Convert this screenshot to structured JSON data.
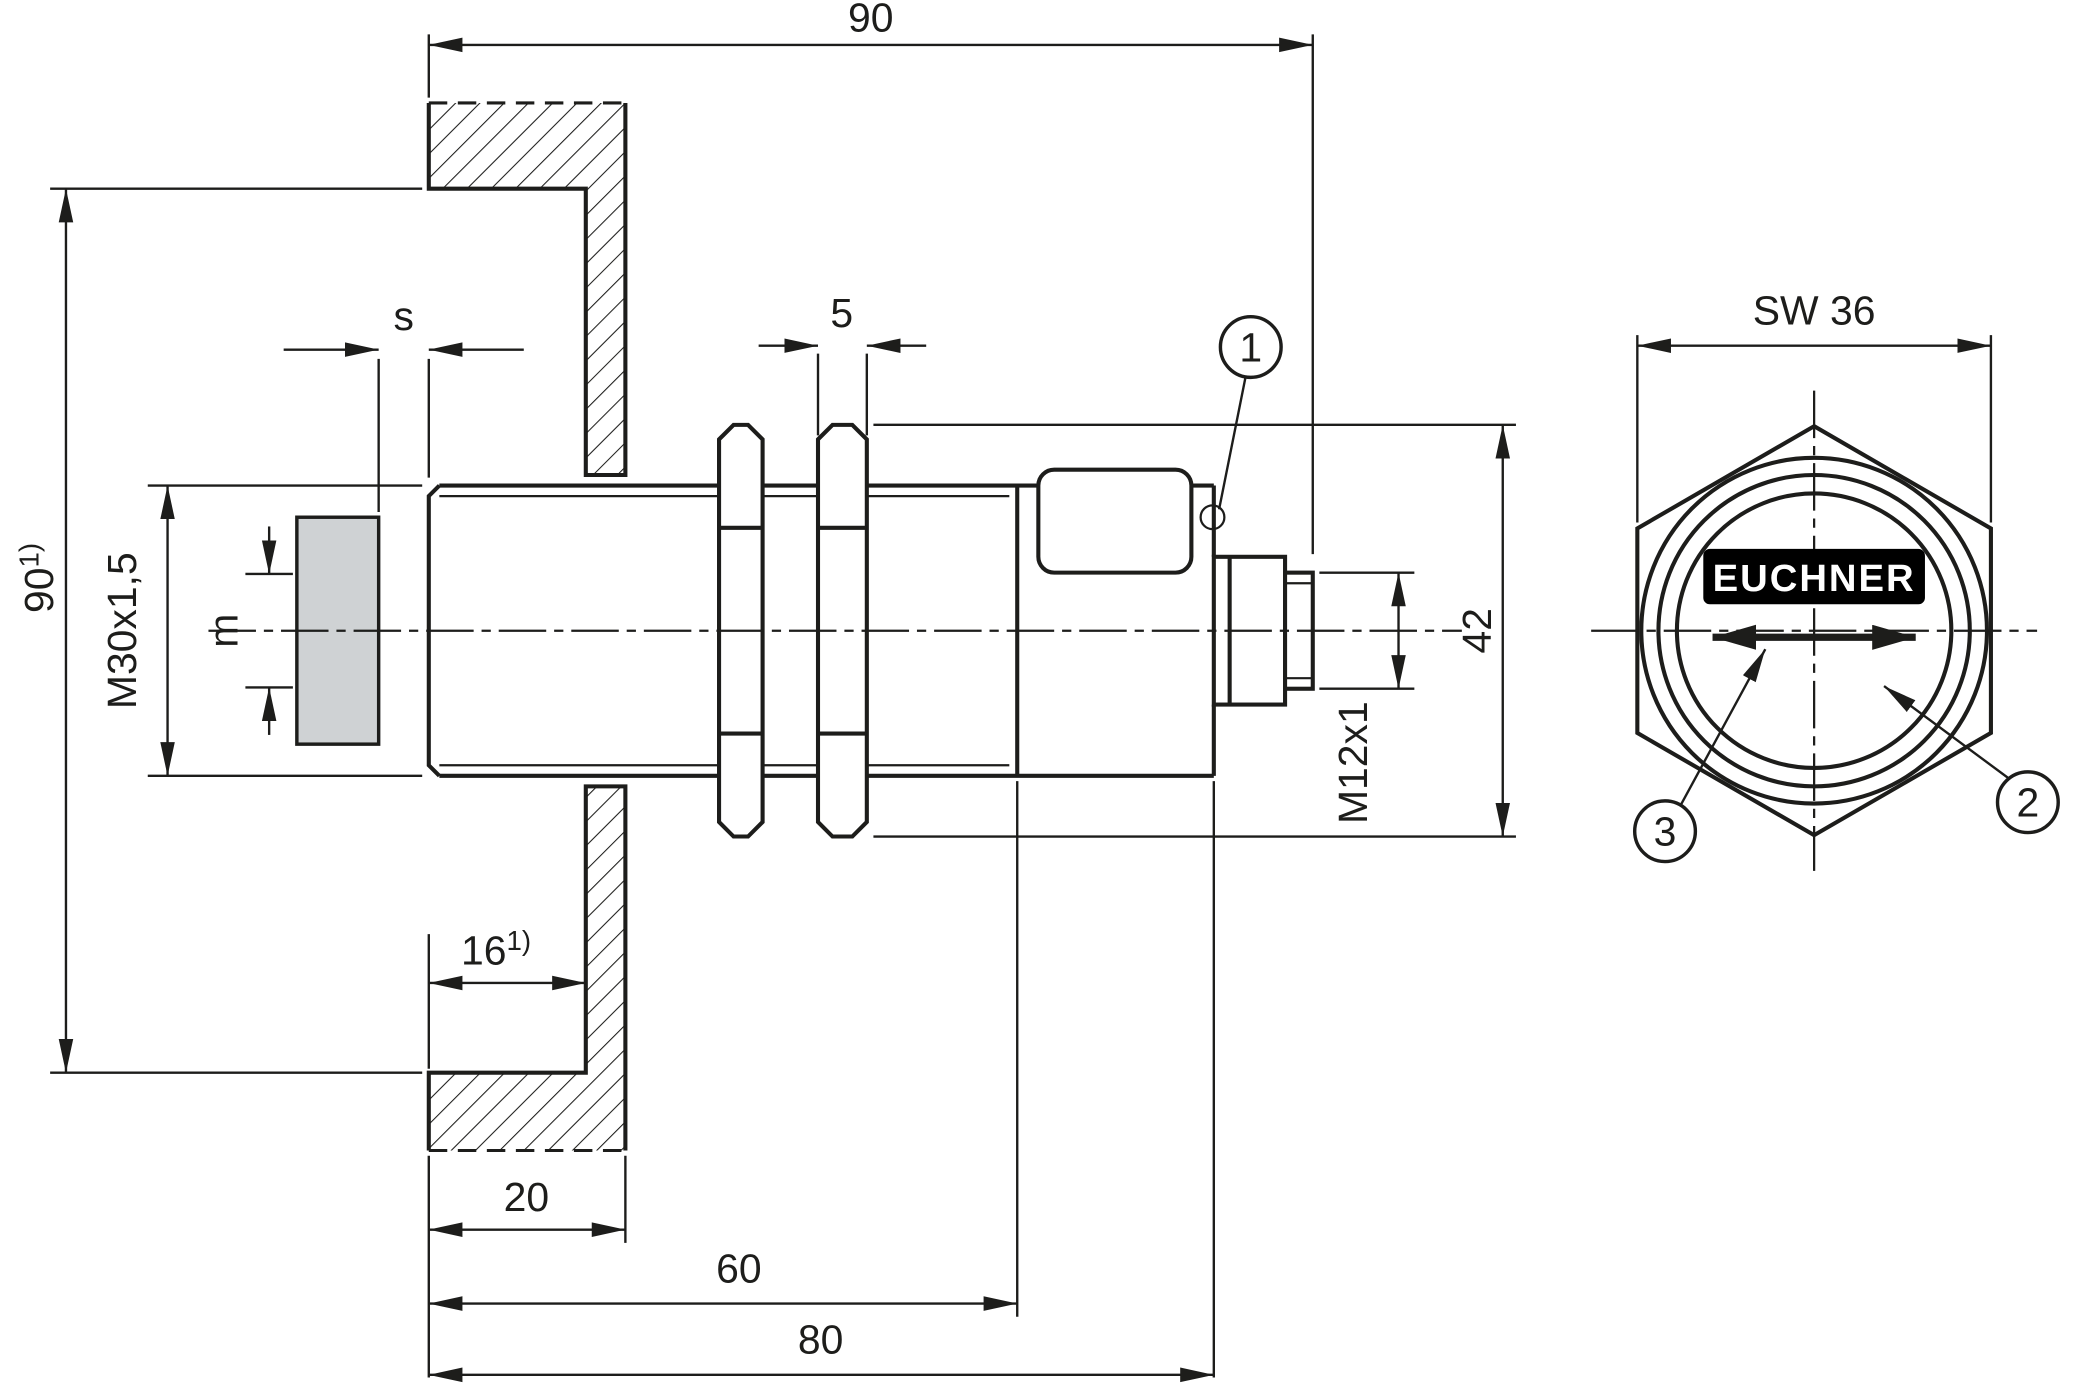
{
  "labels": {
    "total_length": "90",
    "free_zone_diameter": "90",
    "footnote_sup": "1)",
    "switching_distance": "s",
    "nut_width": "5",
    "target_plate_size": "m",
    "mounting_thread": "M30x1,5",
    "embed_depth": "16",
    "wall_thickness": "20",
    "thread_length": "60",
    "body_length": "80",
    "nut_across_corners": "42",
    "connector_thread": "M12x1",
    "wrench_size": "SW 36"
  },
  "callouts": {
    "c1": "1",
    "c2": "2",
    "c3": "3"
  },
  "logo": {
    "text": "EUCHNER"
  },
  "colors": {
    "line": "#1d1d1b",
    "plate_fill": "#cfd2d4",
    "logo_bg": "#000000",
    "logo_text": "#ffffff",
    "background": "#ffffff"
  }
}
